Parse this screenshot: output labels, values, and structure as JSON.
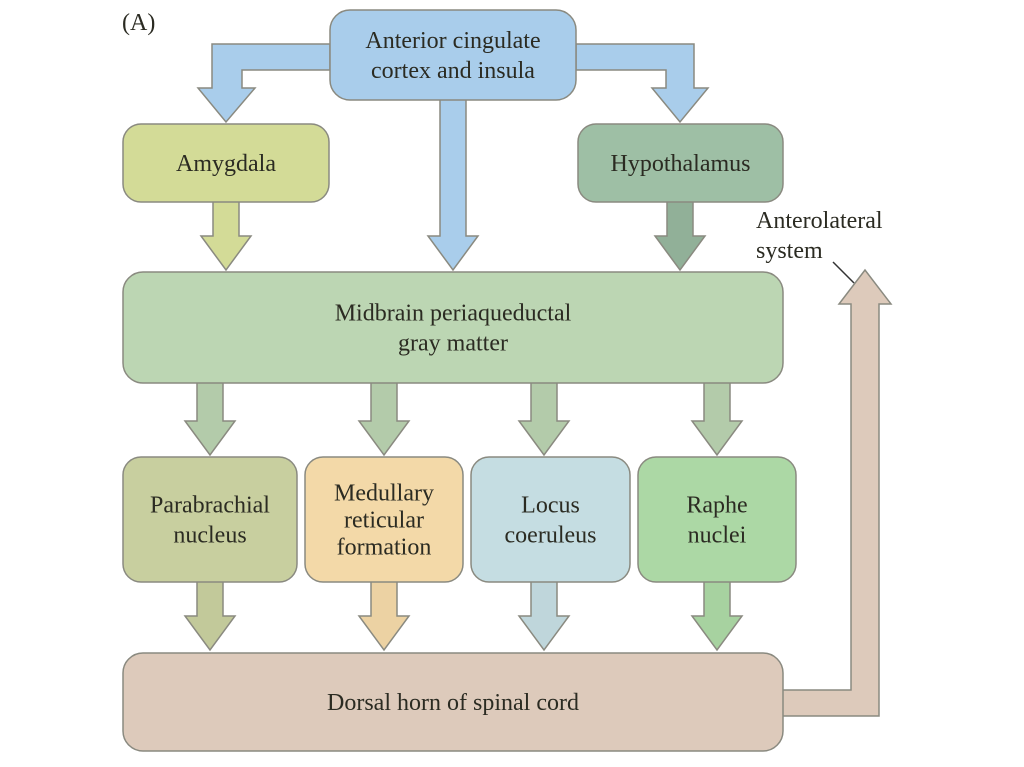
{
  "panel_label": "(A)",
  "nodes": {
    "acc": {
      "lines": [
        "Anterior cingulate",
        "cortex and insula"
      ],
      "color": "#a9cdeb"
    },
    "amygdala": {
      "lines": [
        "Amygdala"
      ],
      "color": "#d3db97"
    },
    "hypothalamus": {
      "lines": [
        "Hypothalamus"
      ],
      "color": "#9ebfa5"
    },
    "pag": {
      "lines": [
        "Midbrain periaqueductal",
        "gray matter"
      ],
      "color": "#bcd6b3"
    },
    "parabrachial": {
      "lines": [
        "Parabrachial",
        "nucleus"
      ],
      "color": "#c8cf9f"
    },
    "medullary": {
      "lines": [
        "Medullary",
        "reticular",
        "formation"
      ],
      "color": "#f3d9a8"
    },
    "locus": {
      "lines": [
        "Locus",
        "coeruleus"
      ],
      "color": "#c5dde2"
    },
    "raphe": {
      "lines": [
        "Raphe",
        "nuclei"
      ],
      "color": "#acd8a5"
    },
    "dorsal": {
      "lines": [
        "Dorsal horn of spinal cord"
      ],
      "color": "#ddcabb"
    }
  },
  "annotation": {
    "lines": [
      "Anterolateral",
      "system"
    ]
  },
  "edges": [
    {
      "from": "acc",
      "to": "amygdala"
    },
    {
      "from": "acc",
      "to": "hypothalamus"
    },
    {
      "from": "acc",
      "to": "pag"
    },
    {
      "from": "amygdala",
      "to": "pag"
    },
    {
      "from": "hypothalamus",
      "to": "pag"
    },
    {
      "from": "pag",
      "to": "parabrachial"
    },
    {
      "from": "pag",
      "to": "medullary"
    },
    {
      "from": "pag",
      "to": "locus"
    },
    {
      "from": "pag",
      "to": "raphe"
    },
    {
      "from": "parabrachial",
      "to": "dorsal"
    },
    {
      "from": "medullary",
      "to": "dorsal"
    },
    {
      "from": "locus",
      "to": "dorsal"
    },
    {
      "from": "raphe",
      "to": "dorsal"
    },
    {
      "from": "dorsal",
      "to": "anterolateral-system"
    }
  ]
}
